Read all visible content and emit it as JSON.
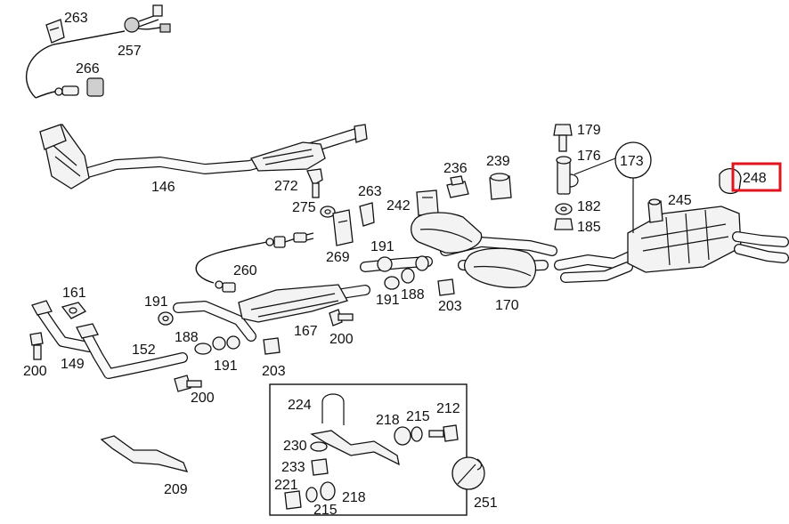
{
  "diagram": {
    "highlighted_part": "248",
    "labels": {
      "p263a": "263",
      "p257": "257",
      "p266": "266",
      "p146": "146",
      "p272": "272",
      "p275": "275",
      "p263b": "263",
      "p242": "242",
      "p236": "236",
      "p239": "239",
      "p179": "179",
      "p176": "176",
      "p173": "173",
      "p248": "248",
      "p245": "245",
      "p182": "182",
      "p185": "185",
      "p269": "269",
      "p260": "260",
      "p191a": "191",
      "p191b": "191",
      "p188a": "188",
      "p203a": "203",
      "p170": "170",
      "p161": "161",
      "p191c": "191",
      "p188b": "188",
      "p167": "167",
      "p200a": "200",
      "p149": "149",
      "p152": "152",
      "p200b": "200",
      "p191d": "191",
      "p203b": "203",
      "p200c": "200",
      "p224": "224",
      "p218a": "218",
      "p215a": "215",
      "p212": "212",
      "p230": "230",
      "p233": "233",
      "p221": "221",
      "p215b": "215",
      "p218b": "218",
      "p251": "251",
      "p209": "209"
    }
  }
}
